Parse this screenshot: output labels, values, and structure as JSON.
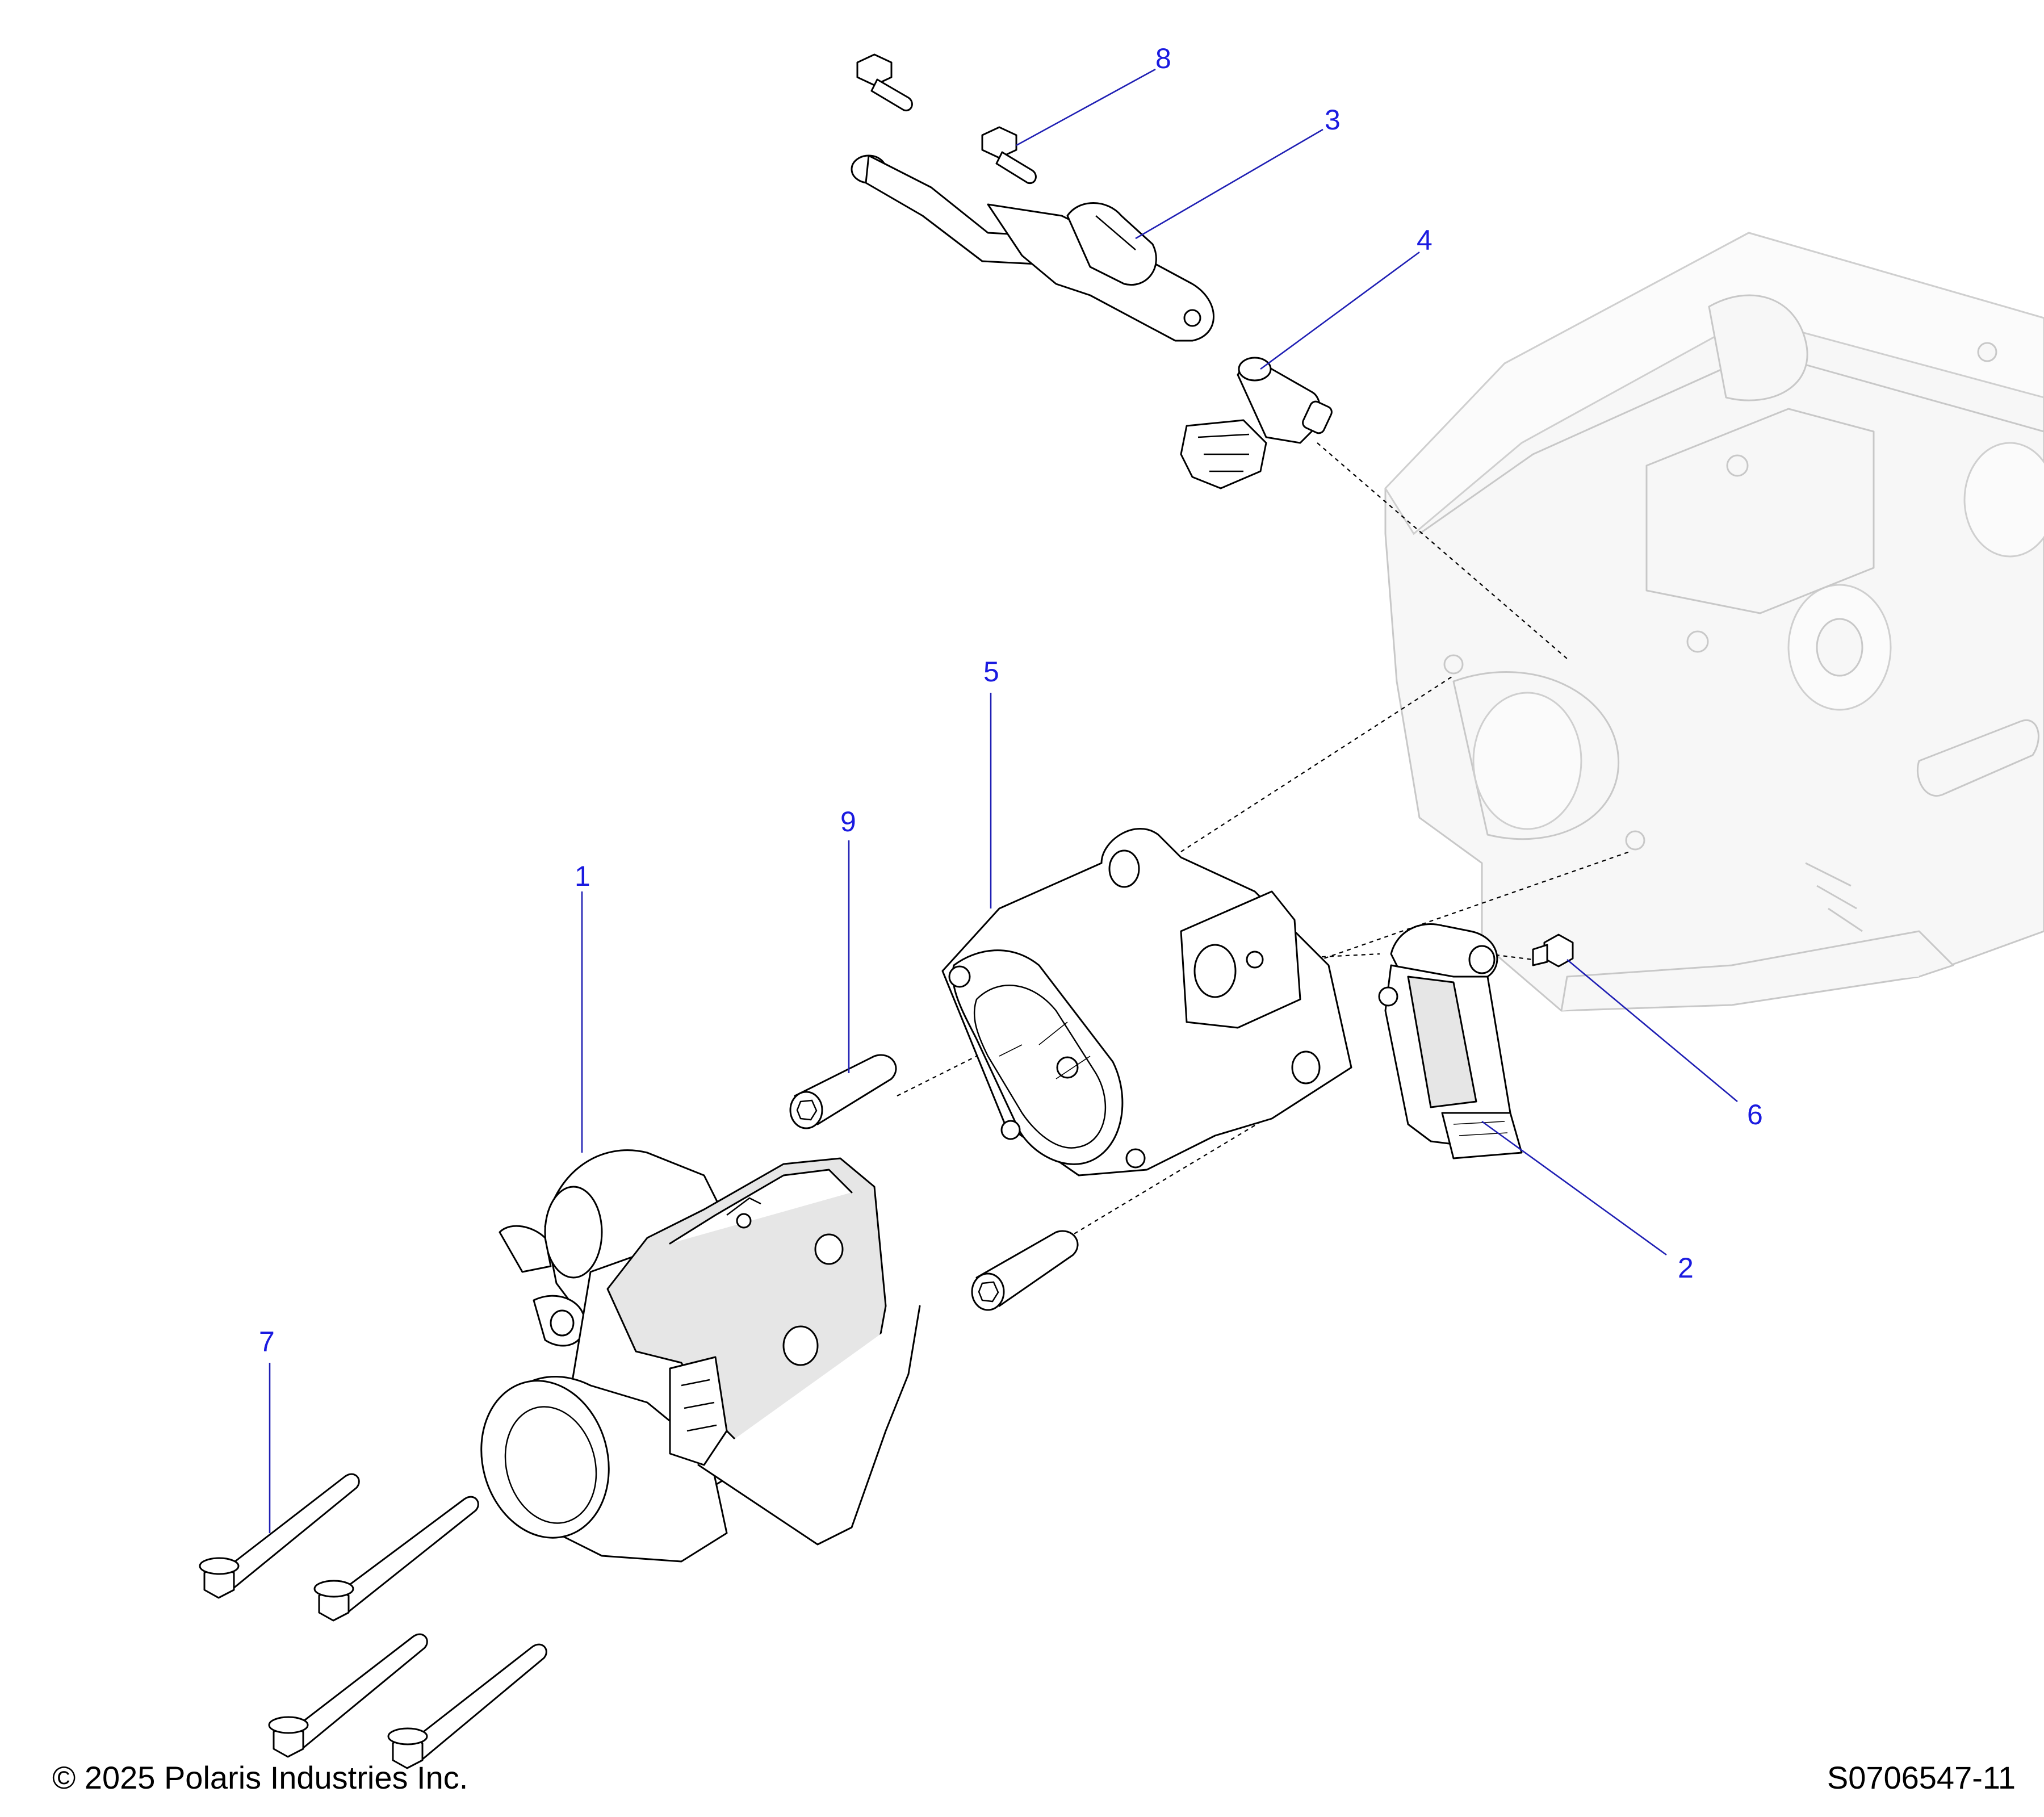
{
  "callouts": [
    {
      "id": "1",
      "label": "1"
    },
    {
      "id": "2",
      "label": "2"
    },
    {
      "id": "3",
      "label": "3"
    },
    {
      "id": "4",
      "label": "4"
    },
    {
      "id": "5",
      "label": "5"
    },
    {
      "id": "6",
      "label": "6"
    },
    {
      "id": "7",
      "label": "7"
    },
    {
      "id": "8",
      "label": "8"
    },
    {
      "id": "9",
      "label": "9"
    }
  ],
  "footer": {
    "copyright": "© 2025 Polaris Industries Inc.",
    "drawing_number": "S0706547-11"
  },
  "colors": {
    "callout": "#1a1ae0",
    "leader": "#1f1fb4",
    "ghost_part": "#c8c8c8"
  }
}
